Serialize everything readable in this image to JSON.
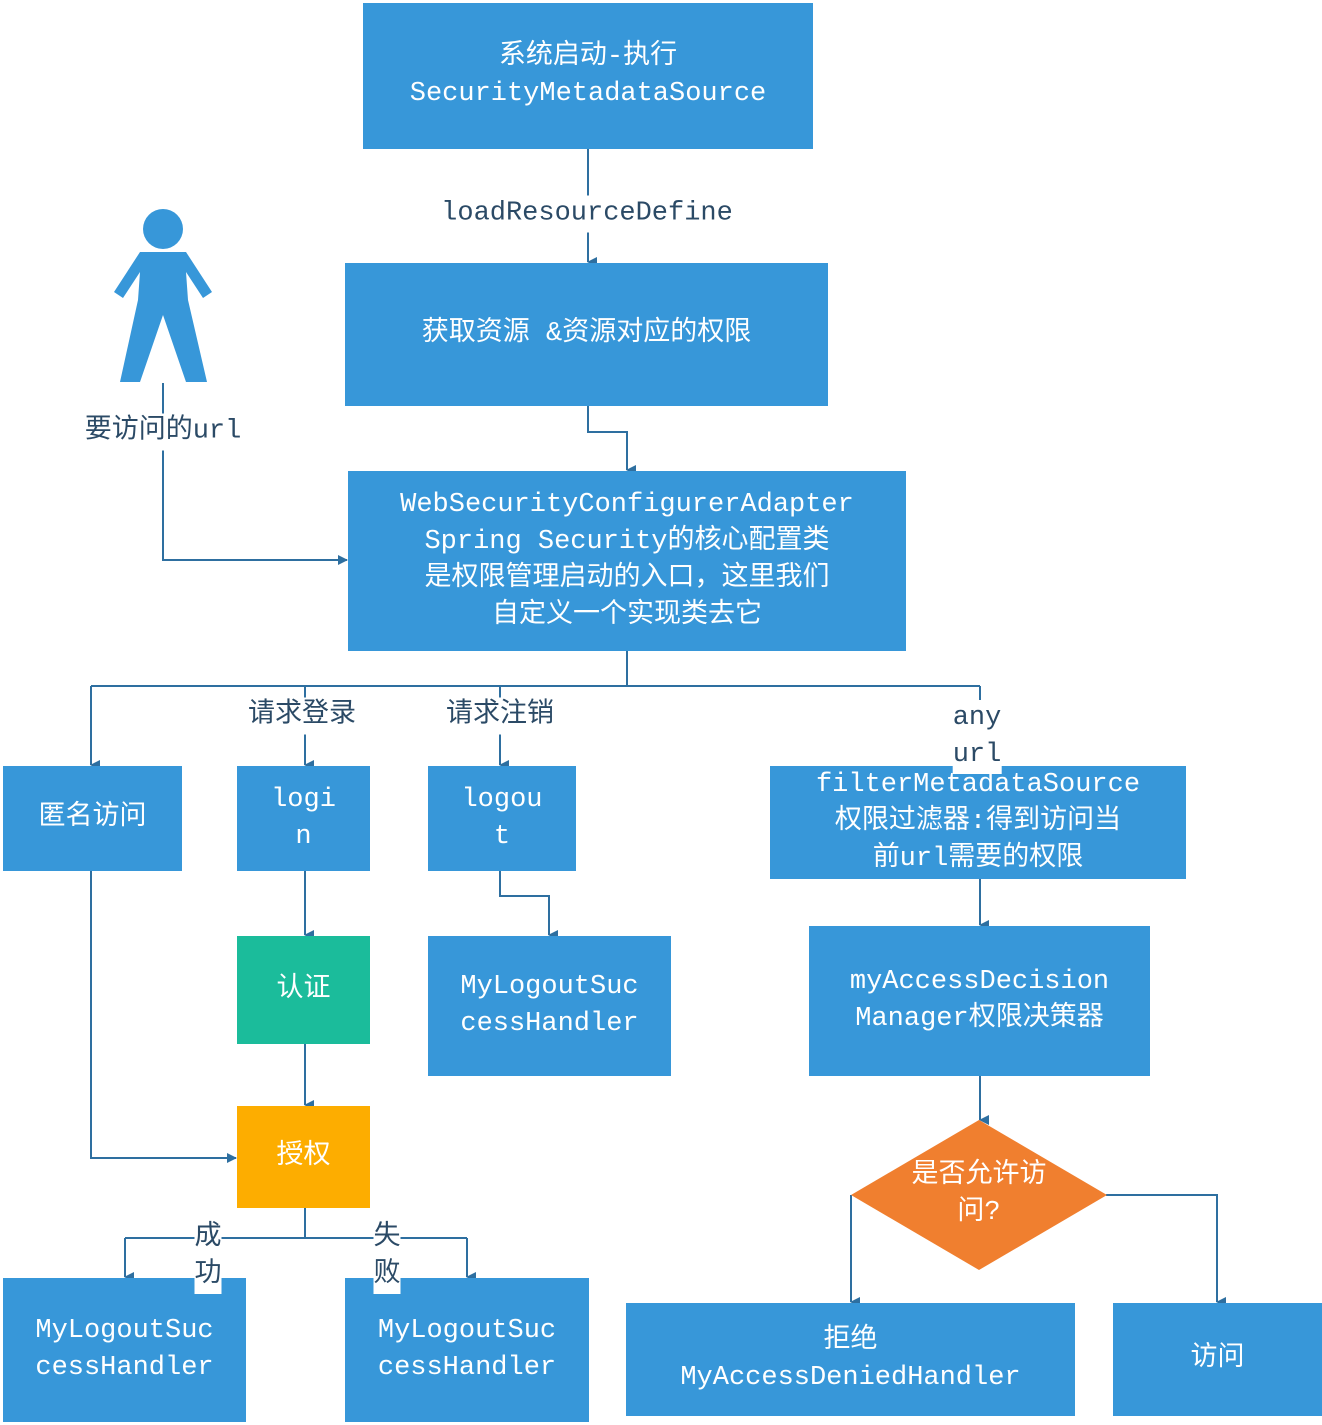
{
  "colors": {
    "process": "#3797d9",
    "auth": "#1bbc9b",
    "grant": "#fdad00",
    "decision": "#f07f2f",
    "connector": "#2e6fa0"
  },
  "nodes": {
    "startup": [
      "系统启动-执行",
      "SecurityMetadataSource"
    ],
    "load_resources": [
      "获取资源 &资源对应的权限"
    ],
    "web_config": [
      "WebSecurityConfigurerAdapter",
      "Spring Security的核心配置类",
      "是权限管理启动的入口，这里我们",
      "自定义一个实现类去它"
    ],
    "anonymous": [
      "匿名访问"
    ],
    "login": [
      "logi",
      "n"
    ],
    "logout": [
      "logou",
      "t"
    ],
    "filter": [
      "filterMetadataSource",
      "权限过滤器:得到访问当",
      "前url需要的权限"
    ],
    "authenticate": [
      "认证"
    ],
    "logout_handler": [
      "MyLogoutSuc",
      "cessHandler"
    ],
    "decision_manager": [
      "myAccessDecision",
      "Manager权限决策器"
    ],
    "authorize": [
      "授权"
    ],
    "allowed": [
      "是否允许访",
      "问?"
    ],
    "success_handler": [
      "MyLogoutSuc",
      "cessHandler"
    ],
    "failure_handler": [
      "MyLogoutSuc",
      "cessHandler"
    ],
    "deny": [
      "拒绝",
      "MyAccessDeniedHandler"
    ],
    "access": [
      "访问"
    ]
  },
  "edge_labels": {
    "load": "loadResourceDefine",
    "url": "要访问的url",
    "login_req": "请求登录",
    "logout_req": "请求注销",
    "any_url": [
      "any",
      "url"
    ],
    "success": [
      "成",
      "功"
    ],
    "failure": [
      "失",
      "败"
    ]
  },
  "icons": {
    "user": "person-icon"
  }
}
